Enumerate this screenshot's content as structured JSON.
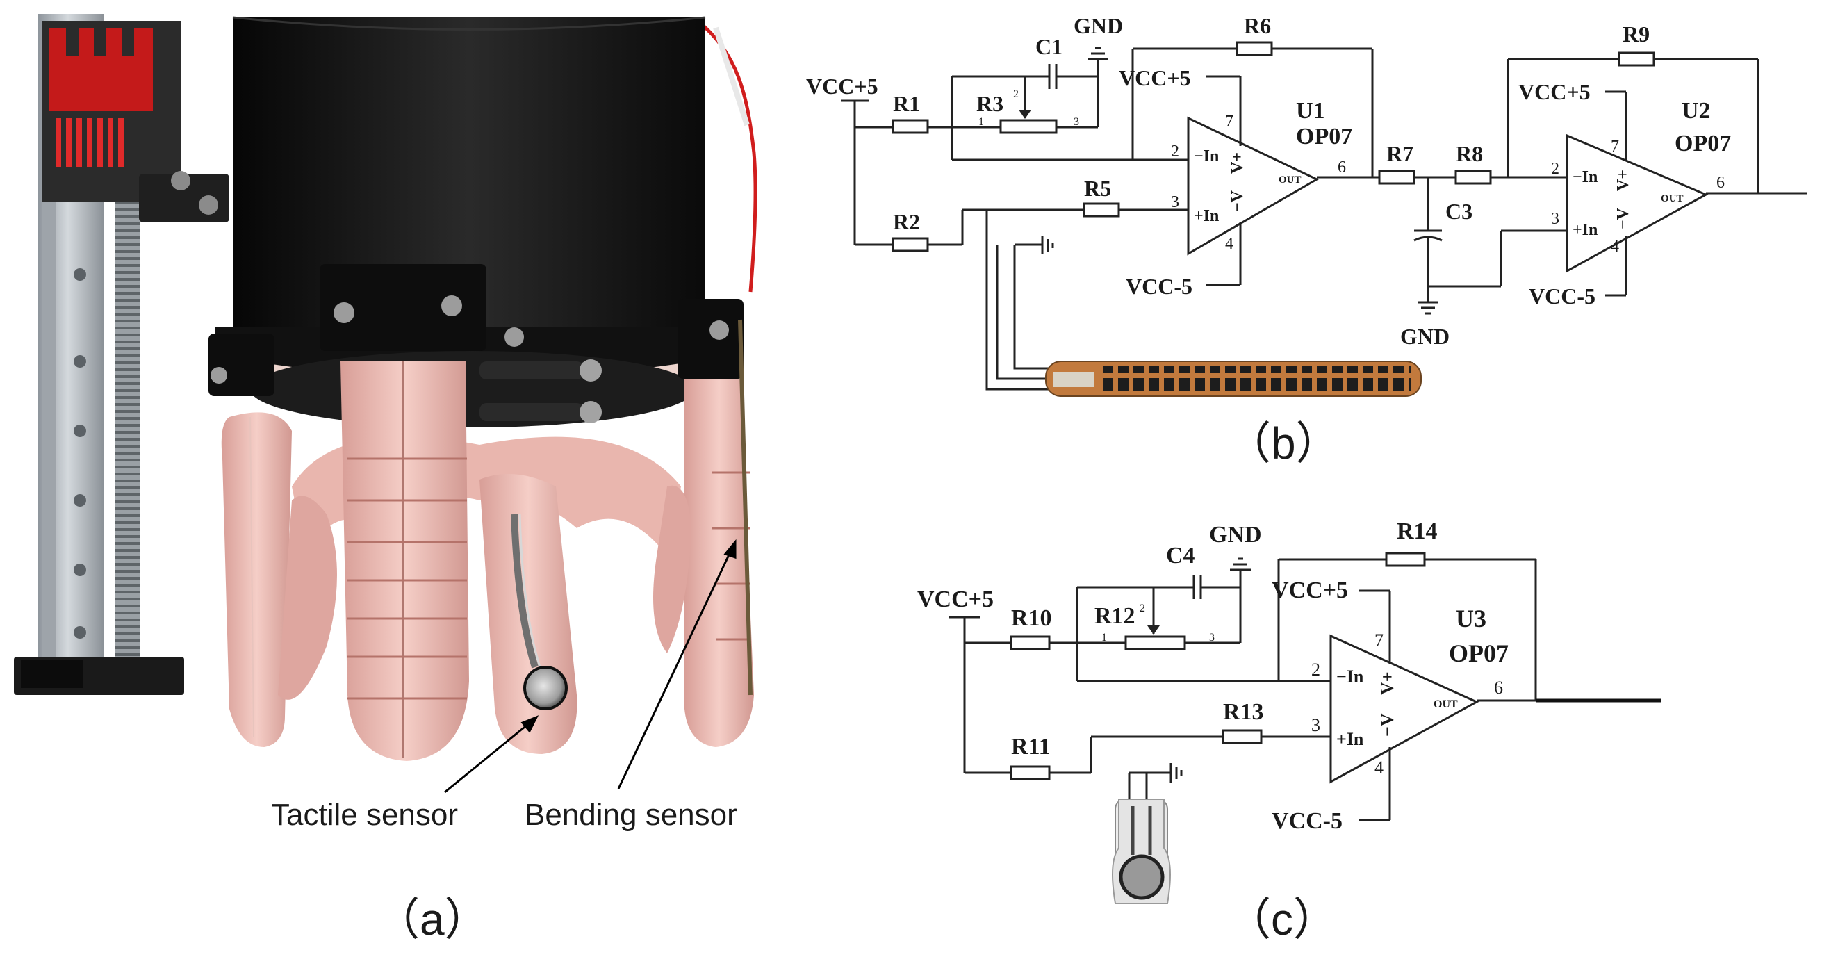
{
  "panel_a": {
    "label": "（a）",
    "tactile_label": "Tactile sensor",
    "bending_label": "Bending sensor"
  },
  "panel_b": {
    "label": "（b）",
    "vcc_in": "VCC+5",
    "vcc_p1": "VCC+5",
    "vcc_n1": "VCC-5",
    "vcc_p2": "VCC+5",
    "vcc_n2": "VCC-5",
    "gnd_top": "GND",
    "gnd_bottom": "GND",
    "r1": "R1",
    "r2": "R2",
    "r3": "R3",
    "r5": "R5",
    "r6": "R6",
    "r7": "R7",
    "r8": "R8",
    "r9": "R9",
    "c1": "C1",
    "c3": "C3",
    "u1_name": "U1",
    "u1_part": "OP07",
    "u2_name": "U2",
    "u2_part": "OP07"
  },
  "panel_c": {
    "label": "（c）",
    "vcc_in": "VCC+5",
    "vcc_p": "VCC+5",
    "vcc_n": "VCC-5",
    "gnd": "GND",
    "r10": "R10",
    "r11": "R11",
    "r12": "R12",
    "r13": "R13",
    "r14": "R14",
    "c4": "C4",
    "u3_name": "U3",
    "u3_part": "OP07"
  },
  "opamp": {
    "in_minus": "−In",
    "in_plus": "+In",
    "v_plus": "V+",
    "v_minus": "−V",
    "out": "OUT",
    "pin2": "2",
    "pin3": "3",
    "pin4": "4",
    "pin6": "6",
    "pin7": "7"
  },
  "pot": {
    "pin1": "1",
    "pin2": "2",
    "pin3": "3"
  },
  "colors": {
    "silicone": "#ecbcb4",
    "silicone_dark": "#c98b84",
    "housing": "#141414",
    "rail": "#b8bec4",
    "strip_copper": "#c27a3d",
    "wire": "#222222",
    "red_bracket": "#d01d1d"
  }
}
